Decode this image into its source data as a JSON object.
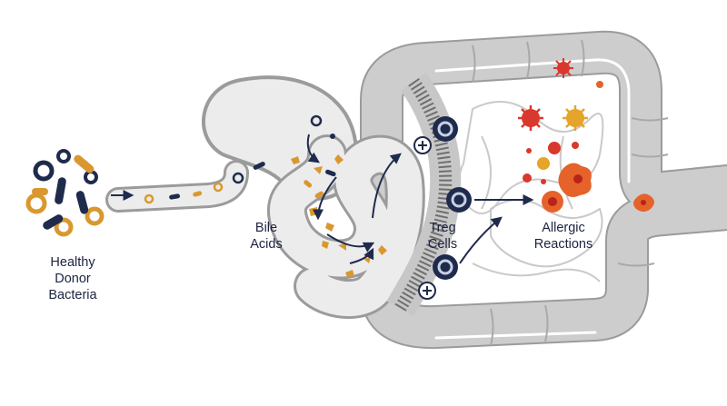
{
  "labels": {
    "bacteria_line1": "Healthy",
    "bacteria_line2": "Donor",
    "bacteria_line3": "Bacteria",
    "bile_line1": "Bile",
    "bile_line2": "Acids",
    "treg_line1": "Treg",
    "treg_line2": "Cells",
    "allergy_line1": "Allergic",
    "allergy_line2": "Reactions"
  },
  "icons": {
    "plus_marker": "plus-sign"
  },
  "colors": {
    "navy": "#1f2b4d",
    "gold": "#d9982f",
    "gut_gray": "#cdcdcd",
    "gut_outline": "#9b9b9b",
    "lumen": "#eeeeee",
    "red_cell": "#d9382c",
    "orange_cell": "#e5632a"
  }
}
